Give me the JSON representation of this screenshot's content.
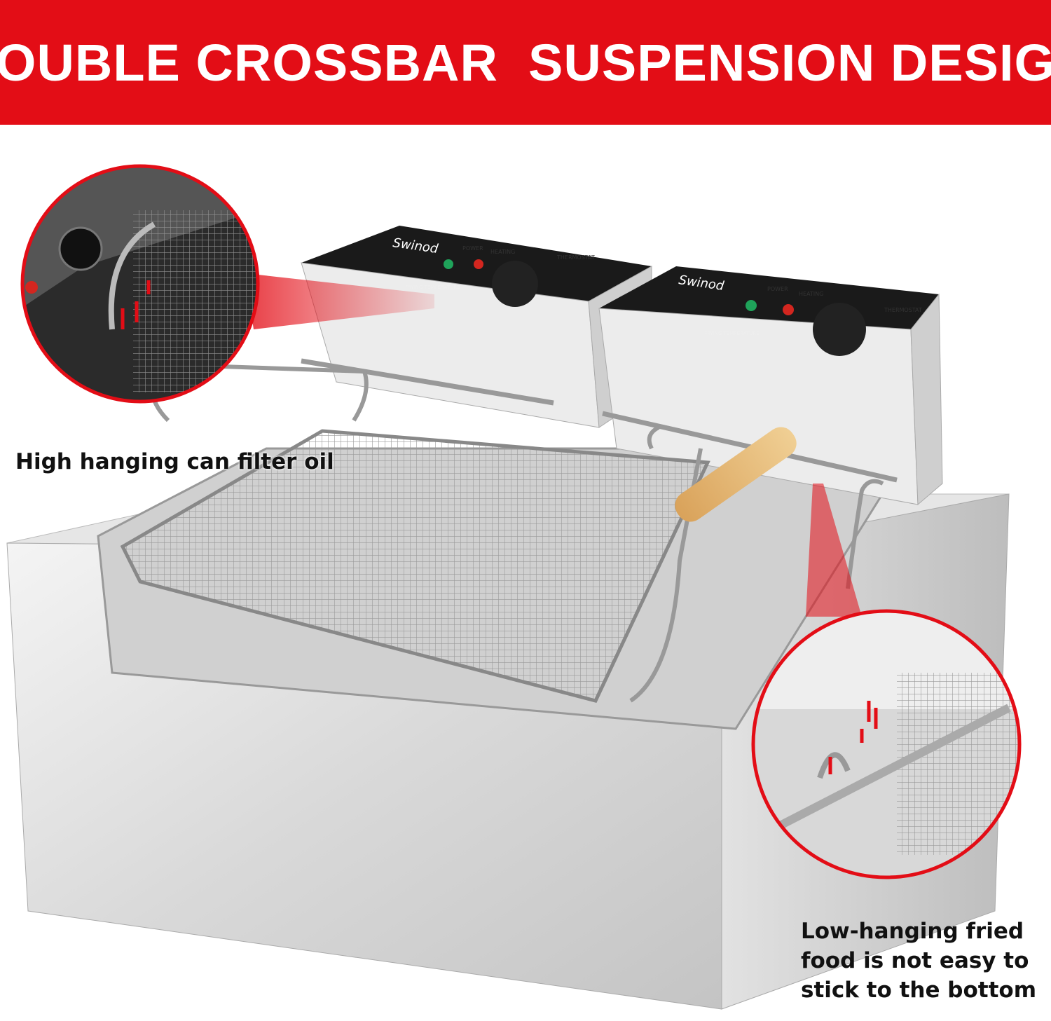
{
  "banner": {
    "title": "DOUBLE CROSSBAR  SUSPENSION DESIGN",
    "color": "#e30d16"
  },
  "callouts": {
    "left_caption": "High hanging can filter oil",
    "right_caption_lines": [
      "Low-hanging fried",
      "food is not easy to",
      "stick to the bottom"
    ]
  },
  "control_panels": [
    {
      "brand": "Swinod",
      "power_label": "POWER",
      "heating_label": "HEATING",
      "thermostat_label": "THERMOSTAT",
      "table_title": "FRYING TEMPERATURE"
    },
    {
      "brand": "Swinod",
      "power_label": "POWER",
      "heating_label": "HEATING",
      "thermostat_label": "THERMOSTAT",
      "table_title": "FRYING TEMPERATURE"
    }
  ],
  "indicator_colors": {
    "power": "#1fa35a",
    "heating": "#d3261f"
  }
}
